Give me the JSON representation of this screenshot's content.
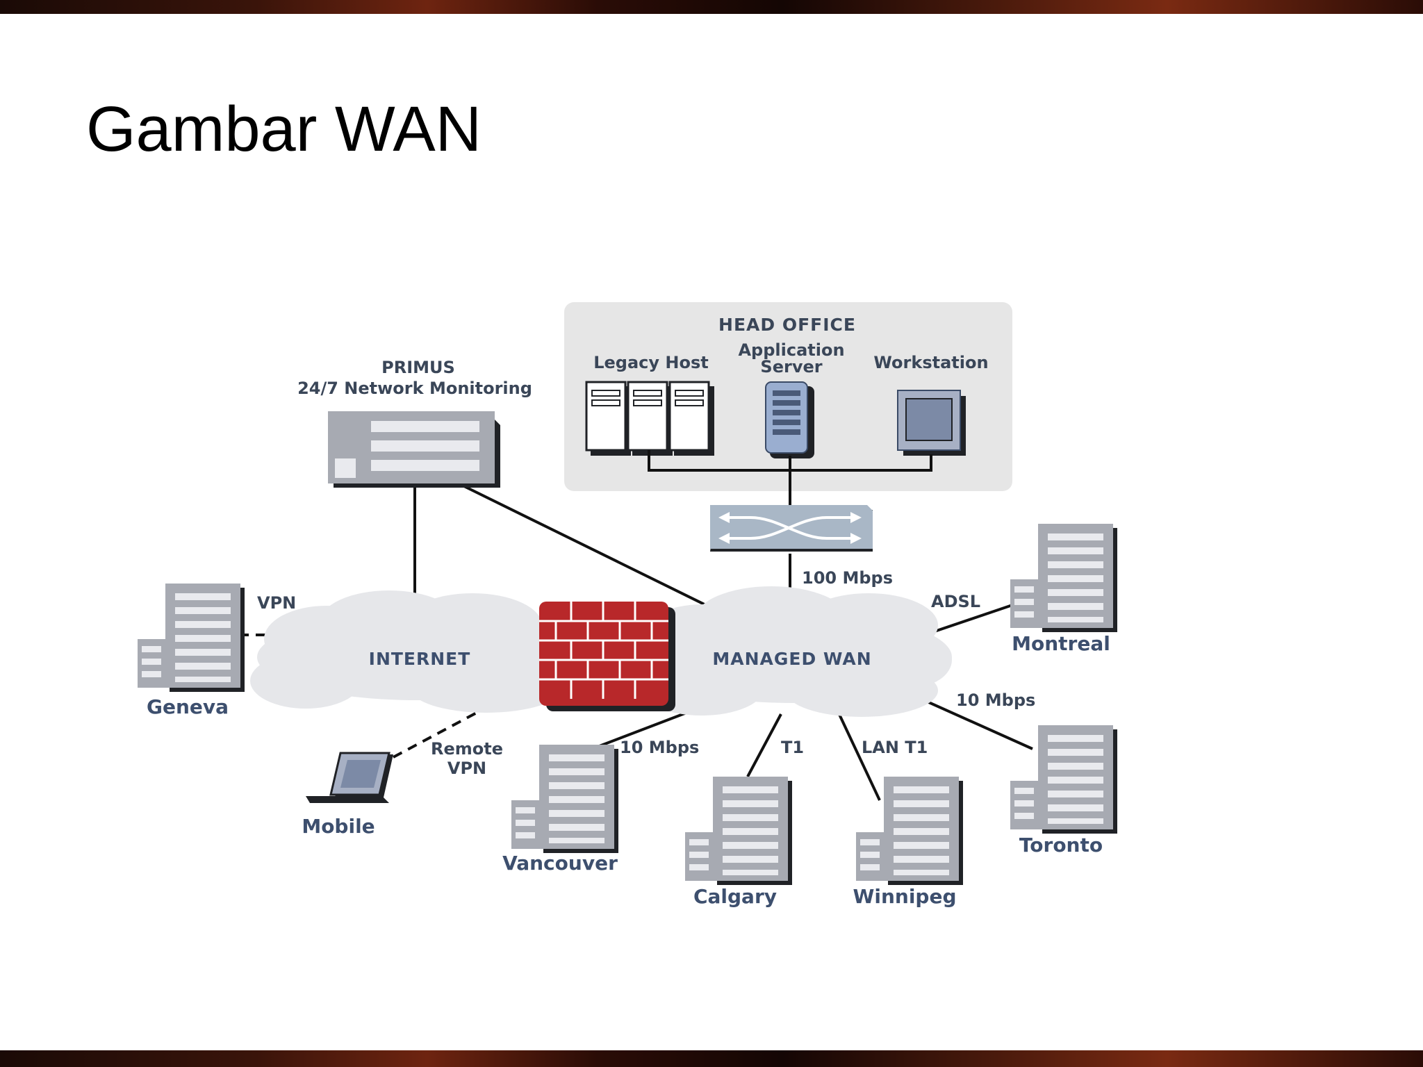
{
  "slide": {
    "title": "Gambar WAN"
  },
  "diagram": {
    "head_office": {
      "title": "HEAD OFFICE",
      "legacy_host": "Legacy Host",
      "application_server_line1": "Application",
      "application_server_line2": "Server",
      "workstation": "Workstation"
    },
    "primus": {
      "line1": "PRIMUS",
      "line2": "24/7 Network Monitoring"
    },
    "clouds": {
      "internet": "INTERNET",
      "managed_wan": "MANAGED WAN"
    },
    "links": {
      "vpn": "VPN",
      "remote_vpn_line1": "Remote",
      "remote_vpn_line2": "VPN",
      "switch_speed": "100 Mbps",
      "adsl": "ADSL",
      "toronto_speed": "10 Mbps",
      "vancouver_speed": "10 Mbps",
      "calgary_link": "T1",
      "winnipeg_link": "LAN T1"
    },
    "sites": {
      "geneva": "Geneva",
      "mobile": "Mobile",
      "vancouver": "Vancouver",
      "calgary": "Calgary",
      "winnipeg": "Winnipeg",
      "toronto": "Toronto",
      "montreal": "Montreal"
    },
    "colors": {
      "building": "#a7aab2",
      "building_shadow": "#202226",
      "panel": "#e6e6e6",
      "cloud": "#e6e7ea",
      "firewall": "#b8282a",
      "switch": "#a9b7c6",
      "line": "#111111"
    }
  }
}
